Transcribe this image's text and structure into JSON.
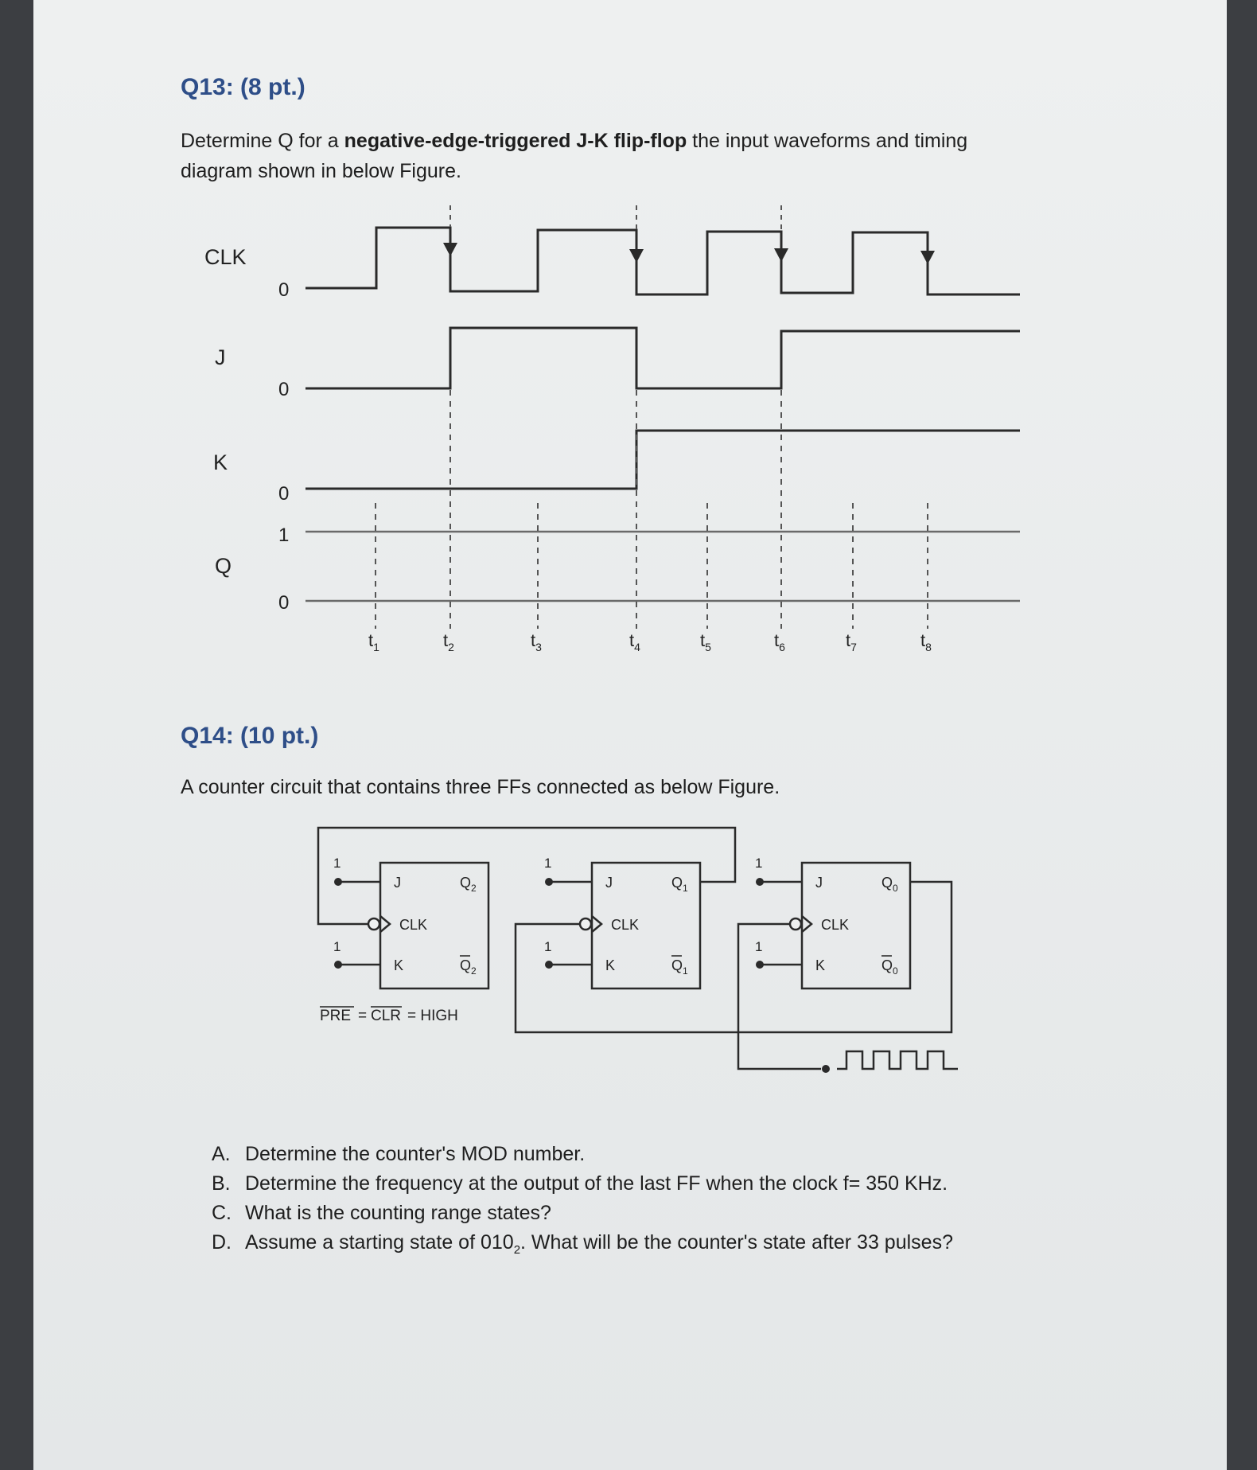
{
  "q13": {
    "heading": "Q13: (8 pt.)",
    "text_pre": "Determine Q for a ",
    "text_bold": "negative-edge-triggered J-K flip-flop",
    "text_mid": " the input waveforms and timing",
    "text_line2": "diagram shown in below Figure."
  },
  "timing": {
    "signals": [
      "CLK",
      "J",
      "K",
      "Q"
    ],
    "level_labels": {
      "clk_low": "0",
      "j_low": "0",
      "k_low": "0",
      "q_high": "1",
      "q_low": "0"
    },
    "times": [
      "t",
      "t",
      "t",
      "t",
      "t",
      "t",
      "t",
      "t"
    ],
    "time_subscripts": [
      "1",
      "2",
      "3",
      "4",
      "5",
      "6",
      "7",
      "8"
    ]
  },
  "q14": {
    "heading": "Q14: (10 pt.)",
    "text": "A counter circuit that contains three FFs connected as below Figure."
  },
  "circuit": {
    "ff2": {
      "j": "J",
      "clk": "CLK",
      "k": "K",
      "q": "Q",
      "q_sub": "2",
      "qbar": "Q",
      "qbar_sub": "2"
    },
    "ff1": {
      "j": "J",
      "clk": "CLK",
      "k": "K",
      "q": "Q",
      "q_sub": "1",
      "qbar": "Q",
      "qbar_sub": "1"
    },
    "ff0": {
      "j": "J",
      "clk": "CLK",
      "k": "K",
      "q": "Q",
      "q_sub": "0",
      "qbar": "Q",
      "qbar_sub": "0"
    },
    "logic_one": "1",
    "pre_label": "PRE",
    "eq1": "=",
    "clr_label": "CLR",
    "eq2": "= HIGH"
  },
  "questions": [
    {
      "letter": "A.",
      "text": "Determine the counter's MOD number."
    },
    {
      "letter": "B.",
      "text": "Determine the frequency at the output of the last FF when the clock f= 350 KHz."
    },
    {
      "letter": "C.",
      "text": "What is the counting range states?"
    },
    {
      "letter": "D.",
      "text_pre": "Assume a starting state of 010",
      "sub": "2",
      "text_post": ". What will be the counter's state after 33 pulses?"
    }
  ]
}
